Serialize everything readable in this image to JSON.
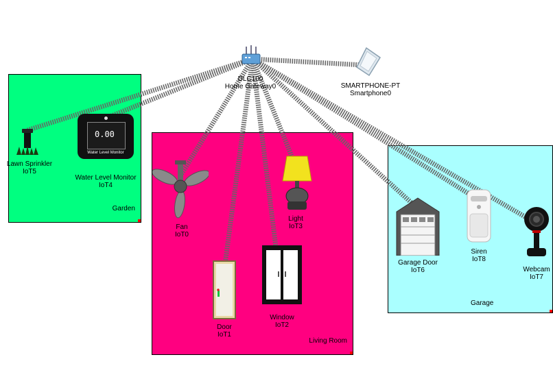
{
  "zones": {
    "garden": {
      "label": "Garden",
      "color": "#00ff80"
    },
    "living": {
      "label": "Living Room",
      "color": "#ff0080"
    },
    "garage": {
      "label": "Garage",
      "color": "#aaffff"
    }
  },
  "devices": {
    "gateway": {
      "type": "DLC100",
      "name": "Home Gateway0"
    },
    "smartphone": {
      "type": "SMARTPHONE-PT",
      "name": "Smartphone0"
    },
    "sprinkler": {
      "type": "Lawn Sprinkler",
      "name": "IoT5"
    },
    "water_monitor": {
      "type": "Water Level Monitor",
      "name": "IoT4",
      "reading": "0.00",
      "panel_text": "Water Level Monitor"
    },
    "fan": {
      "type": "Fan",
      "name": "IoT0"
    },
    "light": {
      "type": "Light",
      "name": "IoT3"
    },
    "door": {
      "type": "Door",
      "name": "IoT1"
    },
    "window": {
      "type": "Window",
      "name": "IoT2"
    },
    "garage_door": {
      "type": "Garage Door",
      "name": "IoT6"
    },
    "siren": {
      "type": "Siren",
      "name": "IoT8"
    },
    "webcam": {
      "type": "Webcam",
      "name": "IoT7"
    }
  }
}
